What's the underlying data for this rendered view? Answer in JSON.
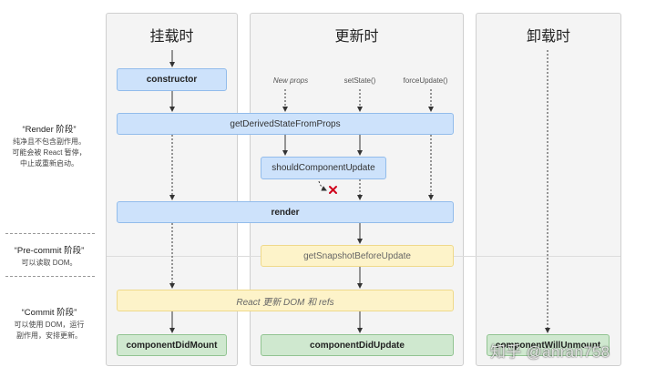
{
  "columns": {
    "mounting": "挂载时",
    "updating": "更新时",
    "unmounting": "卸载时"
  },
  "phases": {
    "render": {
      "title": "“Render 阶段”",
      "desc": [
        "纯净且不包含副作用。",
        "可能会被 React 暂停，",
        "中止或重新启动。"
      ]
    },
    "precommit": {
      "title": "“Pre-commit 阶段”",
      "desc": [
        "可以读取 DOM。"
      ]
    },
    "commit": {
      "title": "“Commit 阶段”",
      "desc": [
        "可以使用 DOM，运行",
        "副作用，安排更新。"
      ]
    }
  },
  "triggers": {
    "new_props": "New props",
    "set_state": "setState()",
    "force_update": "forceUpdate()"
  },
  "methods": {
    "constructor": "constructor",
    "get_derived_state": "getDerivedStateFromProps",
    "should_update": "shouldComponentUpdate",
    "render": "render",
    "get_snapshot": "getSnapshotBeforeUpdate",
    "react_updates": "React 更新 DOM 和 refs",
    "did_mount": "componentDidMount",
    "did_update": "componentDidUpdate",
    "will_unmount": "componentWillUnmount"
  },
  "watermark": "知乎 @anran758",
  "colors": {
    "render_phase": "#cde2fb",
    "precommit_phase": "#fdf3c9",
    "commit_phase": "#cfe8cf",
    "cross": "#d0021b"
  }
}
